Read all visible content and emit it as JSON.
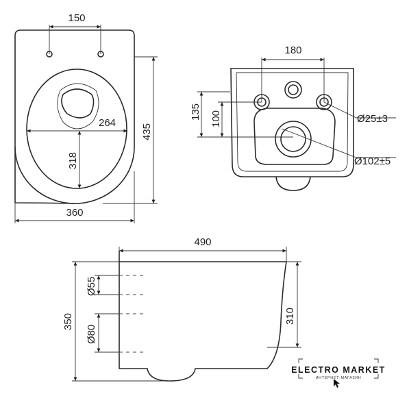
{
  "top_view": {
    "dim_bolt_spacing": "150",
    "dim_width_inner": "264",
    "dim_length": "435",
    "dim_inner_length": "318",
    "dim_width": "360"
  },
  "back_view": {
    "dim_bolt_spacing": "180",
    "dim_height_135": "135",
    "dim_height_100": "100",
    "dim_bolt_hole": "Ø25±3",
    "dim_outlet": "Ø102±5"
  },
  "side_view": {
    "dim_length": "490",
    "dim_height": "350",
    "dim_rim_height": "310",
    "dim_inlet": "Ø55",
    "dim_outlet": "Ø80"
  },
  "watermark": {
    "brand": "ELECTRO MARKET",
    "tagline": "ИНТЕРНЕТ-МАГАЗИН"
  }
}
